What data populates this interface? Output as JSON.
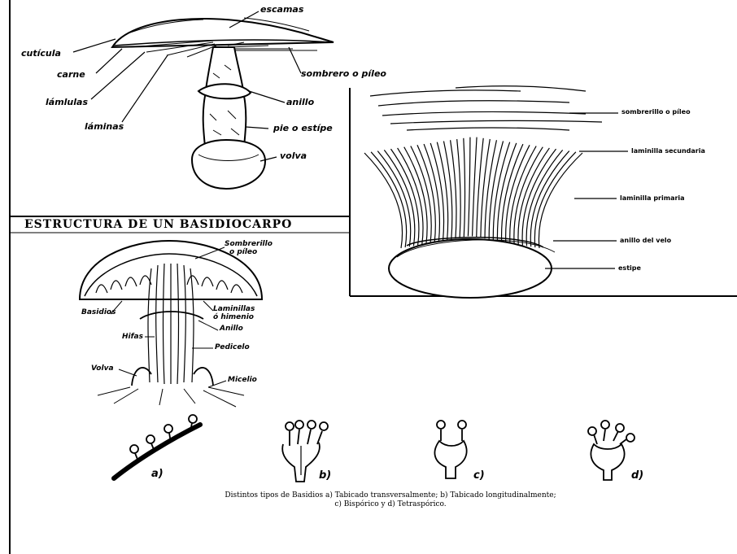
{
  "top_mushroom_labels": {
    "escamas": "escamas",
    "cuticula": "cutícula",
    "carne": "carne",
    "laminulas": "lámlulas",
    "laminas": "láminas",
    "sombrero": "sombrero o píleo",
    "anillo": "anillo",
    "pie": "pie o estípe",
    "volva": "volva"
  },
  "cross_section_labels": {
    "sombrerillo": "sombrerillo o píleo",
    "laminilla_secundaria": "laminilla secundaria",
    "laminilla_primaria": "laminilla primaria",
    "anillo_velo": "anillo del velo",
    "estipe": "estipe"
  },
  "basidiocarpo": {
    "title": "ESTRUCTURA DE UN BASIDIOCARPO",
    "labels": {
      "sombrerillo": "Sombrerillo",
      "o_pileo": "o píleo",
      "basidios": "Basidios",
      "laminillas": "Laminillas",
      "o_himenio": "ó himenio",
      "anillo": "Anillo",
      "hifas": "Hifas",
      "pediculo": "Pedicelo",
      "volva": "Volva",
      "micelio": "Micelio"
    }
  },
  "basidia": {
    "labels": [
      "a)",
      "b)",
      "c)",
      "d)"
    ],
    "caption_line1": "Distintos tipos de Basidios a) Tabicado transversalmente; b) Tabicado longitudinalmente;",
    "caption_line2": "c) Bispórico y d) Tetraspórico."
  }
}
